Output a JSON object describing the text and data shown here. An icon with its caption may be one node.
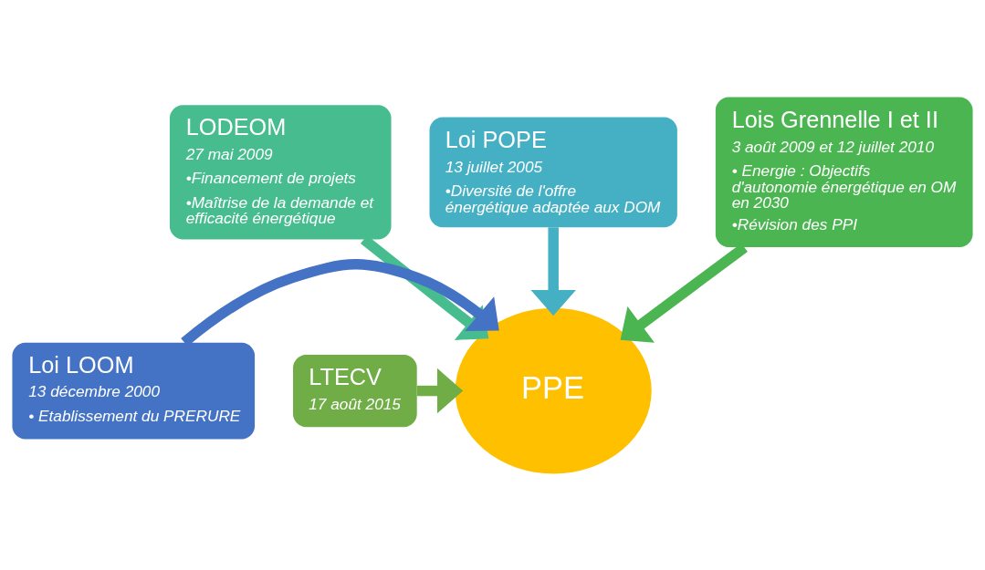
{
  "diagram": {
    "nodes": [
      {
        "text": [
          "LODEOM",
          "27 mai 2009",
          "•Financement de projets",
          "•Maîtrise de la demande et efficacité énergétique"
        ]
      },
      {
        "text": [
          "Loi POPE",
          "13 juillet 2005",
          "•Diversité de l'offre énergétique adaptée aux DOM"
        ]
      },
      {
        "text": [
          "Lois Grennelle I et II",
          "3 août 2009 et 12 juillet 2010",
          "• Energie : Objectifs d'autonomie énergétique en OM en 2030",
          "•Révision des PPI"
        ]
      },
      {
        "text": [
          "PPE"
        ]
      },
      {
        "text": [
          "Loi LOOM",
          "13 décembre 2000",
          "• Etablissement du PRERURE"
        ]
      },
      {
        "text": [
          "LTECV",
          "17 août 2015"
        ]
      }
    ],
    "edges": [
      {
        "from": 1,
        "to": 3,
        "arrow": "to",
        "color": "#45b0c3"
      },
      {
        "from": 0,
        "to": 3,
        "arrow": "to",
        "color": "#47bd8f"
      },
      {
        "from": 2,
        "to": 3,
        "arrow": "to",
        "color": "#4ab551"
      },
      {
        "from": 4,
        "to": 3,
        "arrow": "to",
        "color": "#4472c4"
      },
      {
        "from": 5,
        "to": 3,
        "arrow": "to",
        "color": "#70ad47"
      }
    ]
  }
}
